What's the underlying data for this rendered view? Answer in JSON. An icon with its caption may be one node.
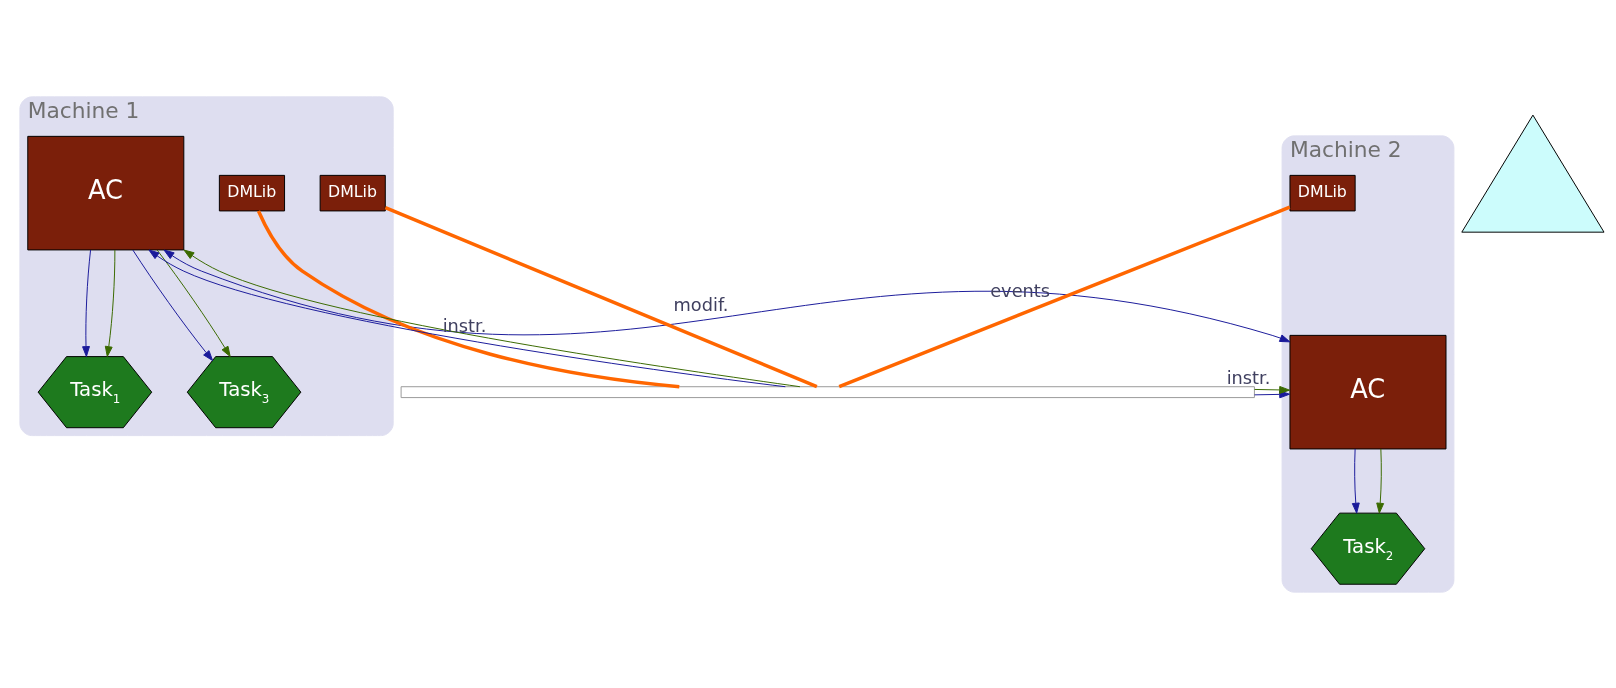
{
  "diagram": {
    "nodes": [
      {
        "text": [
          "Machine 1"
        ]
      },
      {
        "text": [
          "AC"
        ],
        "in": 0
      },
      {
        "text": [
          "Task$_{1}$"
        ],
        "in": 0
      },
      {
        "text": [
          "DMLib"
        ],
        "in": 0
      },
      {
        "text": [
          "Task$_{3}$"
        ],
        "in": 0
      },
      {
        "text": [
          "DMLib"
        ],
        "in": 0
      },
      {
        "text": [
          "Machine 2"
        ]
      },
      {
        "text": [
          "AC"
        ],
        "in": 6
      },
      {
        "text": [
          "Task$_{2}$"
        ],
        "in": 6
      },
      {
        "text": [
          "DMLib"
        ],
        "in": 6
      },
      {
        "text": [],
        "shape": "triangle"
      },
      {
        "text": [],
        "shape": "bar"
      }
    ],
    "edges": [
      {
        "from": 1,
        "to": 2,
        "arrow": "to",
        "color": "#1a1a9a"
      },
      {
        "from": 1,
        "to": 2,
        "arrow": "to",
        "color": "#3a6a00"
      },
      {
        "from": 1,
        "to": 4,
        "arrow": "to",
        "color": "#1a1a9a"
      },
      {
        "from": 1,
        "to": 4,
        "arrow": "to",
        "color": "#3a6a00"
      },
      {
        "from": 1,
        "to": 7,
        "arrow": "both",
        "label": "modif.",
        "color": "#1a1a9a"
      },
      {
        "from": 11,
        "to": 1,
        "arrow": "to",
        "color": "#1a1a9a"
      },
      {
        "from": 11,
        "to": 7,
        "arrow": "to",
        "color": "#1a1a9a"
      },
      {
        "from": 7,
        "to": 8,
        "arrow": "to",
        "color": "#1a1a9a"
      },
      {
        "from": 7,
        "to": 8,
        "arrow": "to",
        "color": "#3a6a00"
      },
      {
        "from": 11,
        "to": 1,
        "arrow": "to",
        "label": "instr.",
        "color": "#3a6a00"
      },
      {
        "from": 11,
        "to": 7,
        "arrow": "to",
        "label": "instr.",
        "color": "#3a6a00"
      },
      {
        "from": 3,
        "to": 11,
        "arrow": "none",
        "style": "thick",
        "color": "#ff6600"
      },
      {
        "from": 5,
        "to": 11,
        "arrow": "none",
        "style": "thick",
        "color": "#ff6600"
      },
      {
        "from": 9,
        "to": 11,
        "arrow": "none",
        "style": "thick",
        "label": "events",
        "color": "#ff6600"
      }
    ]
  }
}
